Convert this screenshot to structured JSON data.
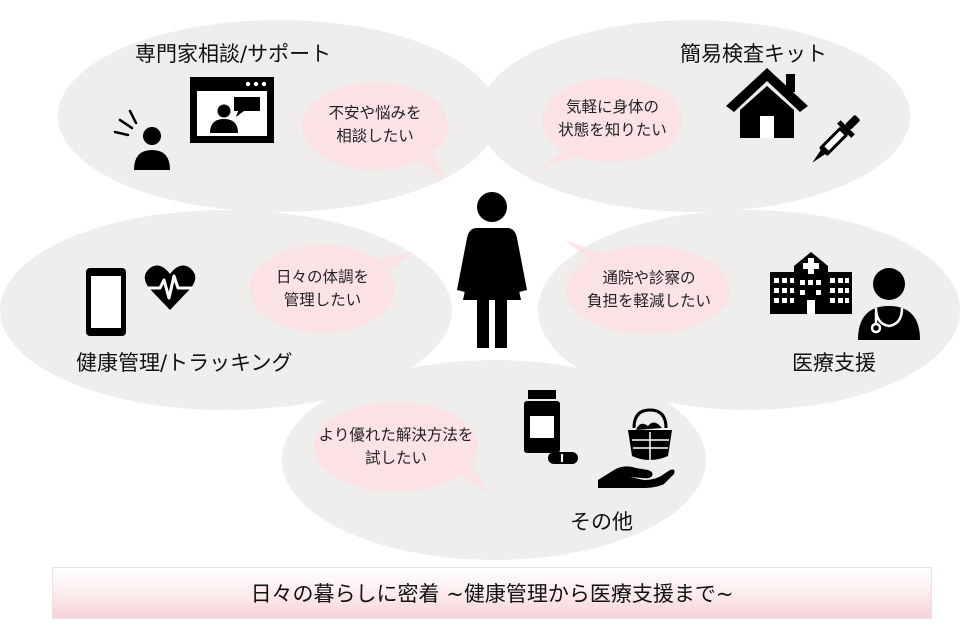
{
  "colors": {
    "ellipse_fill": "#f0eded",
    "bubble_fill": "#fbe2e6",
    "icon_fill": "#000000",
    "tagline_gradient_end": "#f6d3d8"
  },
  "center": {
    "icon": "woman-icon"
  },
  "sections": {
    "consult": {
      "label": "専門家相談/サポート",
      "bubble": "不安や悩みを\n相談したい",
      "icons": [
        "person-speaking-icon",
        "video-call-icon"
      ]
    },
    "test_kit": {
      "label": "簡易検査キット",
      "bubble": "気軽に身体の\n状態を知りたい",
      "icons": [
        "home-icon",
        "dropper-icon"
      ]
    },
    "tracking": {
      "label": "健康管理/トラッキング",
      "bubble": "日々の体調を\n管理したい",
      "icons": [
        "smartphone-icon",
        "heart-rate-icon"
      ]
    },
    "medical": {
      "label": "医療支援",
      "bubble": "通院や診察の\n負担を軽減したい",
      "icons": [
        "hospital-icon",
        "doctor-icon"
      ]
    },
    "other": {
      "label": "その他",
      "bubble": "より優れた解決方法を\n試したい",
      "icons": [
        "supplement-bottle-icon",
        "basket-hand-icon"
      ]
    }
  },
  "tagline": "日々の暮らしに密着 ~健康管理から医療支援まで~"
}
